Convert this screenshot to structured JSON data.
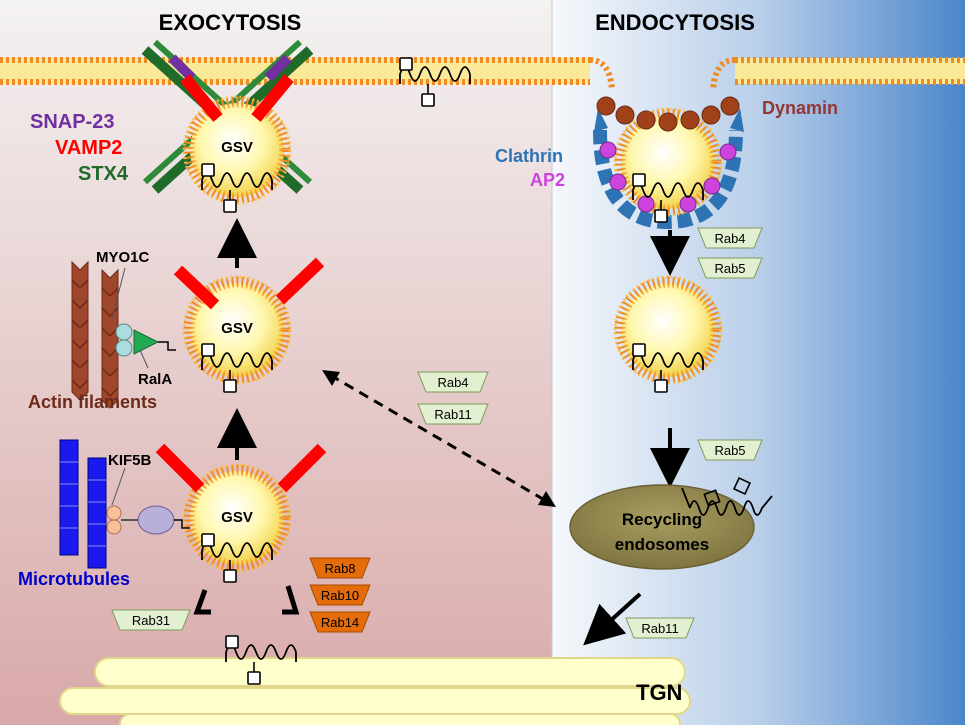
{
  "headings": {
    "left": "EXOCYTOSIS",
    "right": "ENDOCYTOSIS"
  },
  "snare": {
    "snap23": "SNAP-23",
    "vamp2": "VAMP2",
    "stx4": "STX4"
  },
  "vesicle_label": "GSV",
  "motors": {
    "myo1c": "MYO1C",
    "rala": "RalA",
    "actin": "Actin filaments",
    "kif5b": "KIF5B",
    "microtubules": "Microtubules"
  },
  "endocytic": {
    "dynamin": "Dynamin",
    "clathrin": "Clathrin",
    "ap2": "AP2"
  },
  "rabs": {
    "rab4_top": "Rab4",
    "rab5_top": "Rab5",
    "rab4_mid": "Rab4",
    "rab11_mid": "Rab11",
    "rab5_low": "Rab5",
    "rab8": "Rab8",
    "rab10": "Rab10",
    "rab14": "Rab14",
    "rab31": "Rab31",
    "rab11_low": "Rab11"
  },
  "compartments": {
    "recycling_line1": "Recycling",
    "recycling_line2": "endosomes",
    "tgn": "TGN"
  },
  "colors": {
    "snap23": "#7030a0",
    "vamp2": "#ff0000",
    "stx4": "#1e6b2a",
    "dynamin": "#943634",
    "clathrin": "#2e74b5",
    "ap2": "#cc44dd",
    "actin": "#6b2b18",
    "microtubules": "#0000cc",
    "rab_green": "#e2efd0",
    "rab_orange": "#e46c0a",
    "endosome": "#948a54",
    "tgn": "#ffffcc"
  }
}
